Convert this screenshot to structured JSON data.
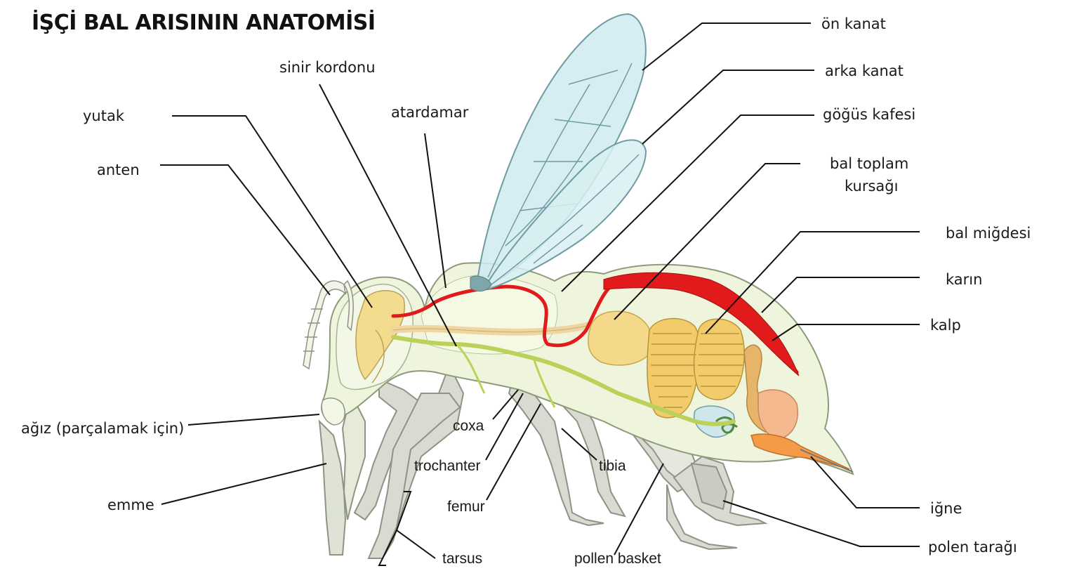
{
  "title": "İŞÇİ BAL ARISININ ANATOMİSİ",
  "labels": {
    "on_kanat": "ön kanat",
    "arka_kanat": "arka kanat",
    "gogus_kafesi": "göğüs kafesi",
    "bal_toplam_1": "bal toplam",
    "bal_toplam_2": "kursağı",
    "bal_migdesi": "bal miğdesi",
    "karin": "karın",
    "kalp": "kalp",
    "igne": "iğne",
    "polen_taragi": "polen tarağı",
    "sinir_kordonu": "sinir kordonu",
    "atardamar": "atardamar",
    "yutak": "yutak",
    "anten": "anten",
    "agiz": "ağız (parçalamak için)",
    "emme": "emme",
    "coxa": "coxa",
    "trochanter": "trochanter",
    "femur": "femur",
    "tibia": "tibia",
    "tarsus": "tarsus",
    "pollen_basket": "pollen basket"
  },
  "colors": {
    "body": "#eef5dc",
    "outline": "#8d9b7a",
    "artery": "#e11b1b",
    "nerve": "#bcd15a",
    "gut": "#f4d98a",
    "stomach": "#f0c857",
    "wing": "#cfeaf0",
    "wing_vein": "#6f9ba3",
    "legs": "#d7dad0",
    "sting": "#f59a47",
    "gland": "#f4b98e"
  }
}
